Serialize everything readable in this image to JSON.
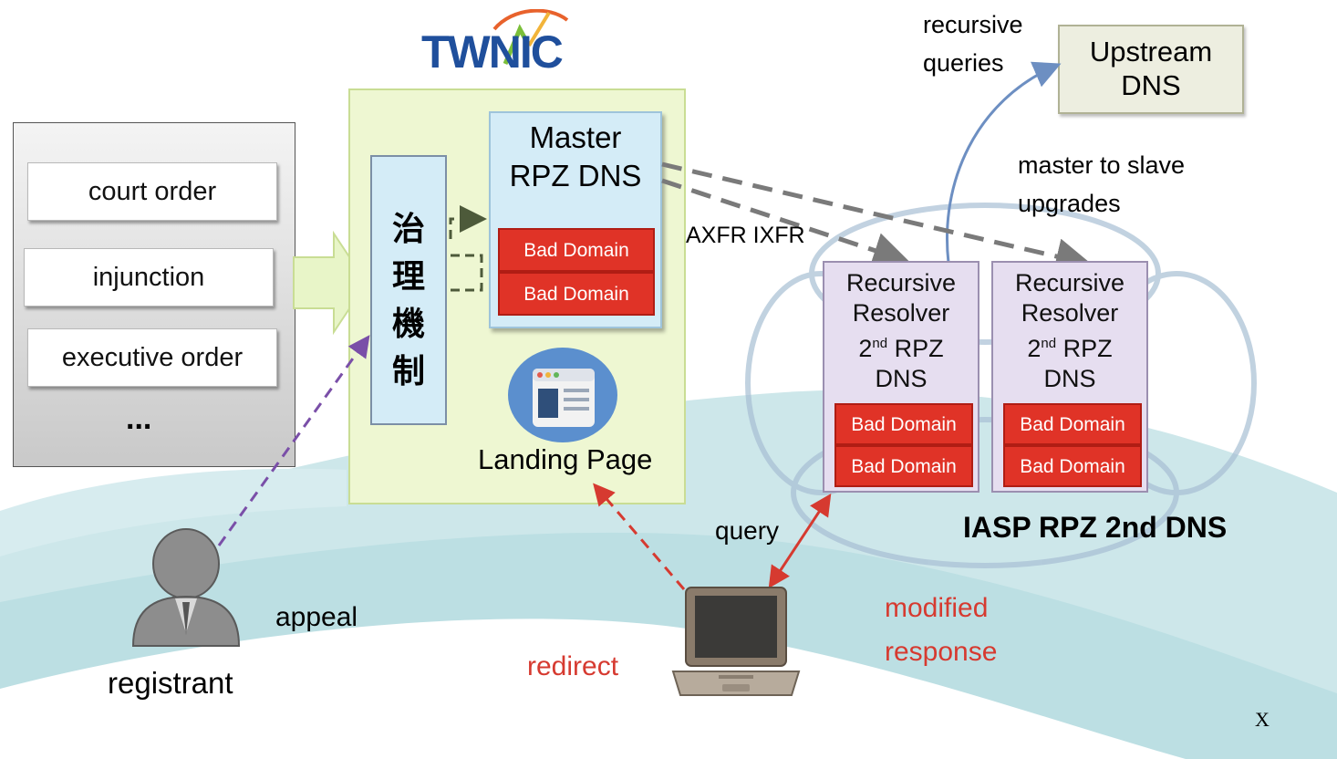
{
  "logo": {
    "text": "TWNIC"
  },
  "sources": [
    "court order",
    "injunction",
    "executive order",
    "..."
  ],
  "governance": {
    "chars": [
      "治",
      "理",
      "機",
      "制"
    ]
  },
  "master": {
    "title_line1": "Master",
    "title_line2": "RPZ DNS",
    "bad_domains": [
      "Bad Domain",
      "Bad Domain"
    ]
  },
  "landing_page": {
    "label": "Landing Page"
  },
  "upstream": {
    "line1": "Upstream",
    "line2": "DNS"
  },
  "labels": {
    "recursive_queries_1": "recursive",
    "recursive_queries_2": "queries",
    "master_to_slave_1": "master to slave",
    "master_to_slave_2": "upgrades",
    "axfr": "AXFR IXFR",
    "query": "query",
    "iasp": "IASP RPZ 2nd DNS",
    "modified_1": "modified",
    "modified_2": "response",
    "redirect": "redirect",
    "appeal": "appeal",
    "registrant": "registrant",
    "corner": "X"
  },
  "resolvers": [
    {
      "line1": "Recursive",
      "line2": "Resolver",
      "ord_num": "2",
      "ord_sup": "nd",
      "ord_rest": " RPZ",
      "line4": "DNS",
      "bad_domains": [
        "Bad Domain",
        "Bad Domain"
      ]
    },
    {
      "line1": "Recursive",
      "line2": "Resolver",
      "ord_num": "2",
      "ord_sup": "nd",
      "ord_rest": " RPZ",
      "line4": "DNS",
      "bad_domains": [
        "Bad Domain",
        "Bad Domain"
      ]
    }
  ],
  "colors": {
    "panel_green": "#eef7d2",
    "master_blue": "#d4ecf7",
    "bad_red": "#e03327",
    "resolver_purple": "#e6def0",
    "upstream_bg": "#edeee0",
    "arrow_blue": "#6d8fc2",
    "arrow_red": "#d63a30",
    "arrow_purple": "#7a4fa8",
    "dash_gray": "#7a7a7a",
    "label_red": "#d63a30"
  }
}
